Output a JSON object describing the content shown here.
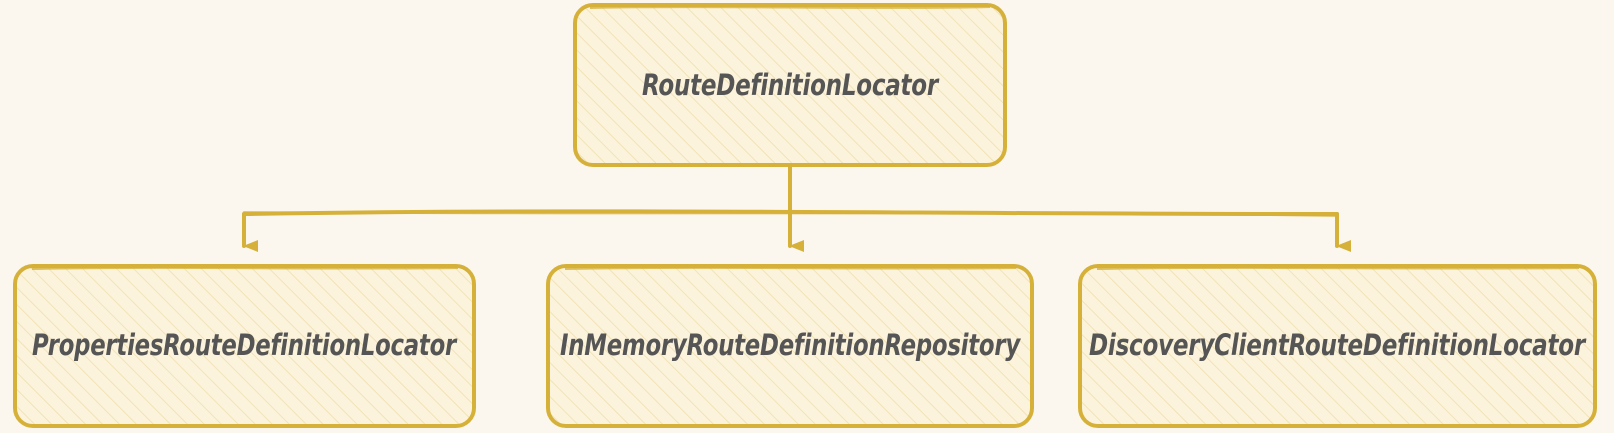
{
  "diagram": {
    "colors": {
      "background": "#fbf7ee",
      "stroke": "#d6b13a",
      "fill": "#fcf3dc",
      "hatch": "#f3e6bf",
      "text": "#555555"
    },
    "root": {
      "label": "RouteDefinitionLocator"
    },
    "children": [
      {
        "label": "PropertiesRouteDefinitionLocator"
      },
      {
        "label": "InMemoryRouteDefinitionRepository"
      },
      {
        "label": "DiscoveryClientRouteDefinitionLocator"
      }
    ]
  }
}
